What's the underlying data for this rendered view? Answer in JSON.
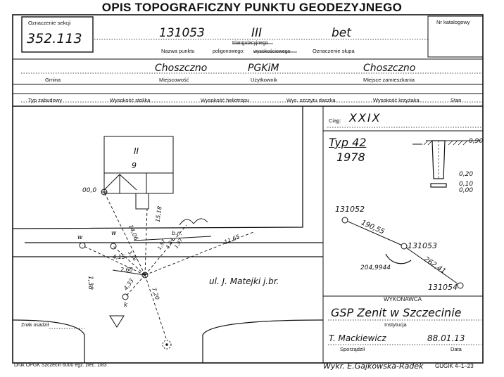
{
  "title": "OPIS TOPOGRAFICZNY PUNKTU GEODEZYJNEGO",
  "header": {
    "section_label": "Oznaczenie sekcji",
    "section_value": "352.113",
    "catalog_label": "Nr katalogowy",
    "point_number": "131053",
    "point_class": "III",
    "post_marking": "bet",
    "point_name_label": "Nazwa punktu",
    "network_triangulation": "triangulacyjnego",
    "network_polygon": "poligonowego:",
    "network_polygon_crossed": "wysokościowego",
    "post_label": "Oznaczenie słupa",
    "gmina_label": "Gmina",
    "locality_label": "Miejscowość",
    "locality_value": "Choszczno",
    "user_label": "Użytkownik",
    "user_value": "PGKiM",
    "residence_label": "Miejsce zamieszkania",
    "residence_value": "Choszczno"
  },
  "columns": [
    "Typ zabudowy",
    "Wysokość stolika",
    "Wysokość heliotropu",
    "Wys. szczytu daszka",
    "Wysokość krzyżaka",
    "Stan"
  ],
  "sketch": {
    "building_label": "II",
    "building_number": "9",
    "corner_height": "00,0",
    "dist_left_1": "14,06",
    "dist_upper": "15,18",
    "dist_1165": "11,65",
    "dist_4_15": "4,15",
    "dist_2_60": "2,60",
    "dist_4_33": "4,33",
    "dist_7_20": "7,20",
    "dist_3_38": "3,38",
    "dist_1_57": "1,57",
    "dist_1_84": "1,84",
    "dist_1_97": "1,97",
    "bn_label": "b.n.",
    "side_label": "1,38",
    "street_label": "ul. J. Matejki  j.br.",
    "w_label": "w",
    "k_label": "k",
    "marker_label": "Znak osadził"
  },
  "right_panel": {
    "ciag_label": "Ciąg:",
    "ciag_value": "XXIX",
    "typ_value": "Typ 42",
    "year_value": "1978",
    "depth_090": "0,90",
    "depth_020": "0,20",
    "depth_010": "0,10",
    "depth_000": "0,00",
    "pt_131052": "131052",
    "pt_131053": "131053",
    "pt_131054": "131054",
    "dist_19055": "190,55",
    "dist_26241": "262,41",
    "angle_value": "204,9944"
  },
  "wykonawca": {
    "label": "WYKONAWCA",
    "name": "GSP Zenit w Szczecinie",
    "inst_label": "Instytucja",
    "surveyor": "T. Mackiewicz",
    "date": "88.01.13",
    "surveyor_label": "Sporządził",
    "date_label": "Data"
  },
  "footer": {
    "print_info": "Druk OPGK Szczecin 6000 egz. zlec. 1/83",
    "made_by": "Wykr. E.Gajkowska-Radek",
    "code": "GUGIK 4–1–23"
  }
}
